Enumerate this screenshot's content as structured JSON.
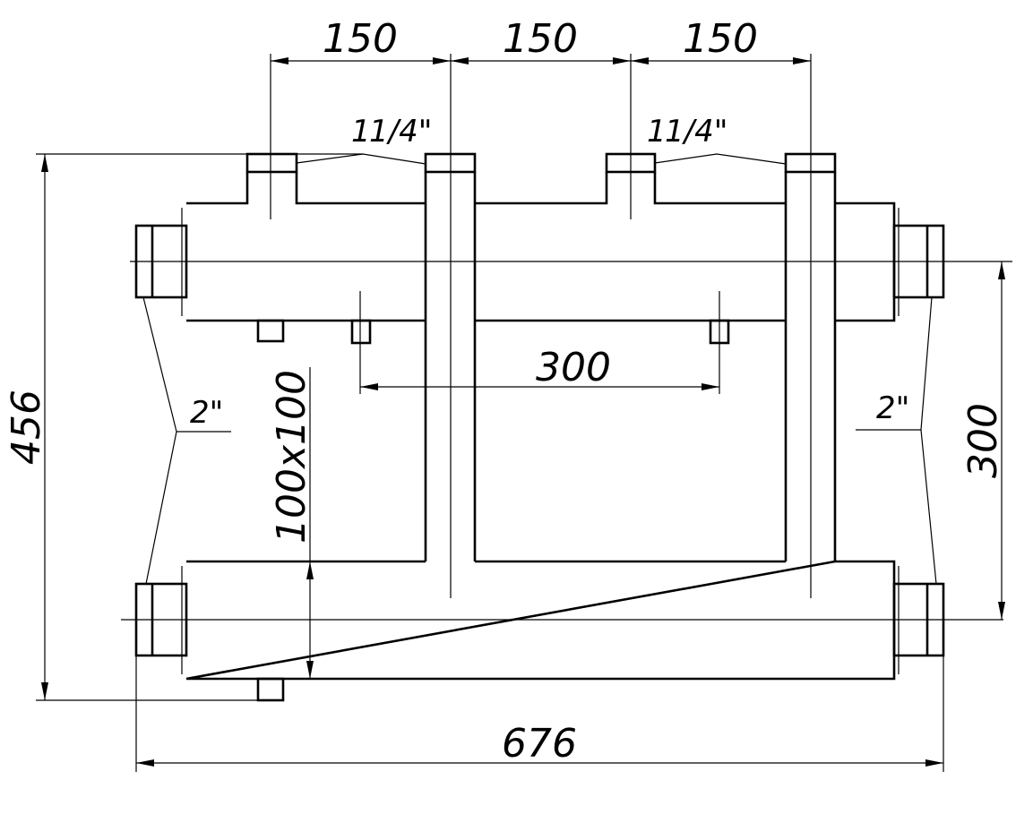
{
  "drawing": {
    "dimensions": {
      "spacing_1": "150",
      "spacing_2": "150",
      "spacing_3": "150",
      "overall_height": "456",
      "header_spacing": "300",
      "bottom_fitting_spacing": "300",
      "overall_width": "676",
      "header_section": "100x100"
    },
    "labels": {
      "top_left_thread_whole": "1",
      "top_left_thread_frac": "1/4\"",
      "top_right_thread_whole": "1",
      "top_right_thread_frac": "1/4\"",
      "left_thread": "2\"",
      "right_thread": "2\""
    }
  }
}
